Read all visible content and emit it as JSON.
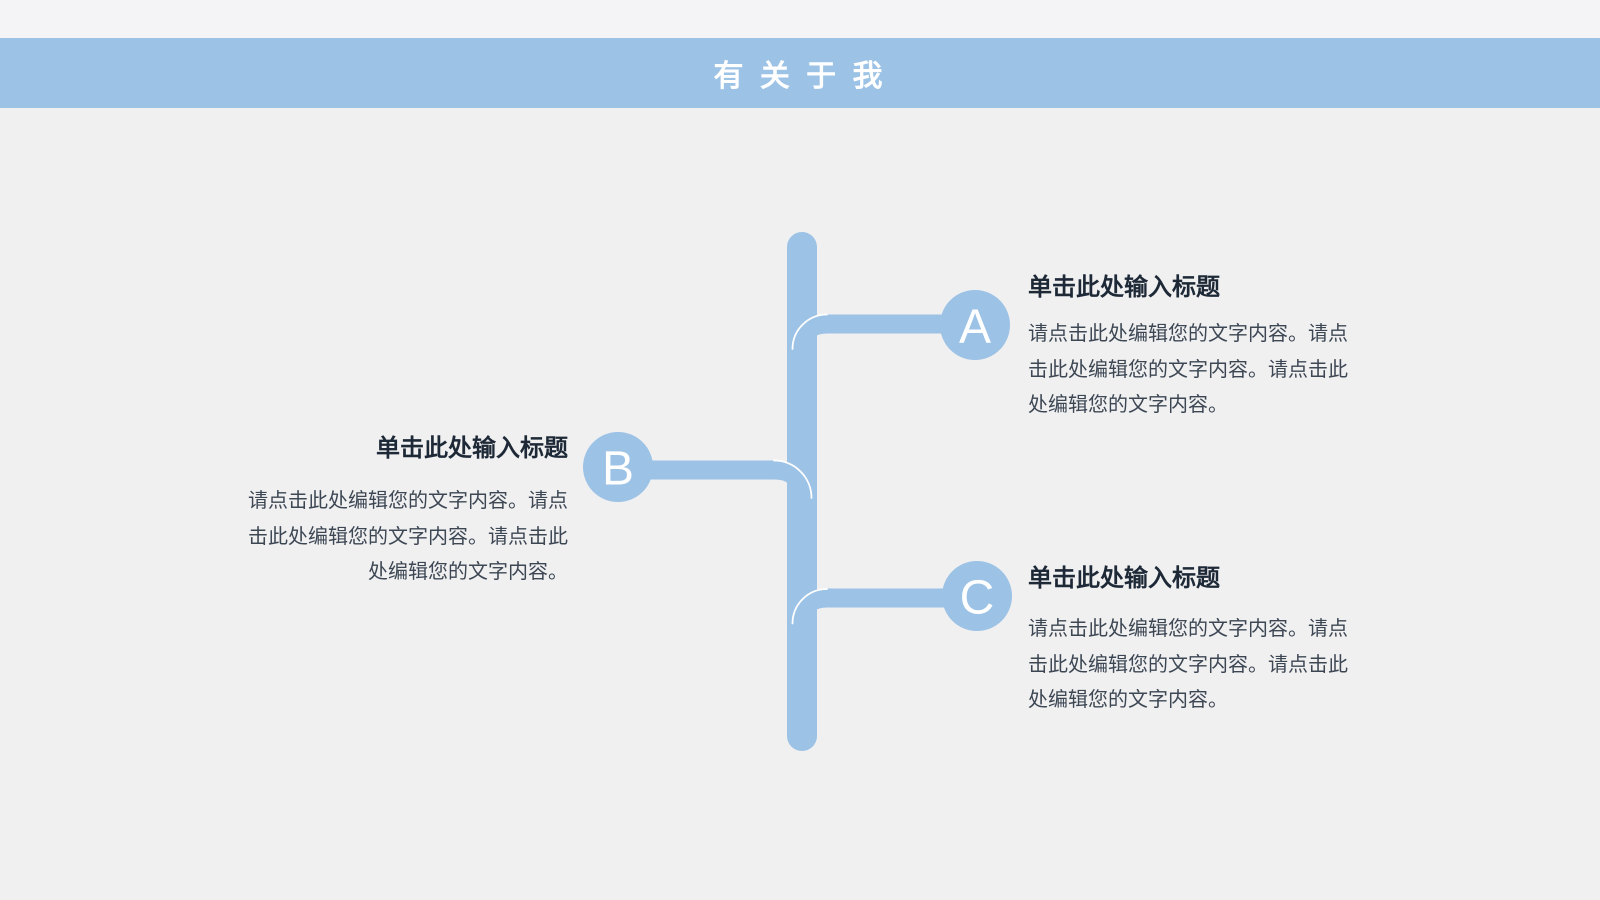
{
  "header": {
    "title": "有 关 于 我"
  },
  "colors": {
    "accent_blue": "#9CC2E6",
    "header_bg": "#9CC2E6",
    "header_text": "#FFFFFF",
    "node_title_text": "#1E2937",
    "node_body_text": "#3D4754",
    "background": "#F0F0F1",
    "top_strip": "#F4F4F6",
    "branch_outline": "#FFFFFF"
  },
  "nodes": [
    {
      "id": "A",
      "letter": "A",
      "side": "right",
      "title": "单击此处输入标题",
      "body_lines": [
        "请点击此处编辑您的文字内容。请点",
        "击此处编辑您的文字内容。请点击此",
        "处编辑您的文字内容。"
      ]
    },
    {
      "id": "B",
      "letter": "B",
      "side": "left",
      "title": "单击此处输入标题",
      "body_lines": [
        "请点击此处编辑您的文字内容。请点",
        "击此处编辑您的文字内容。请点击此",
        "处编辑您的文字内容。"
      ]
    },
    {
      "id": "C",
      "letter": "C",
      "side": "right",
      "title": "单击此处输入标题",
      "body_lines": [
        "请点击此处编辑您的文字内容。请点",
        "击此处编辑您的文字内容。请点击此",
        "处编辑您的文字内容。"
      ]
    }
  ]
}
